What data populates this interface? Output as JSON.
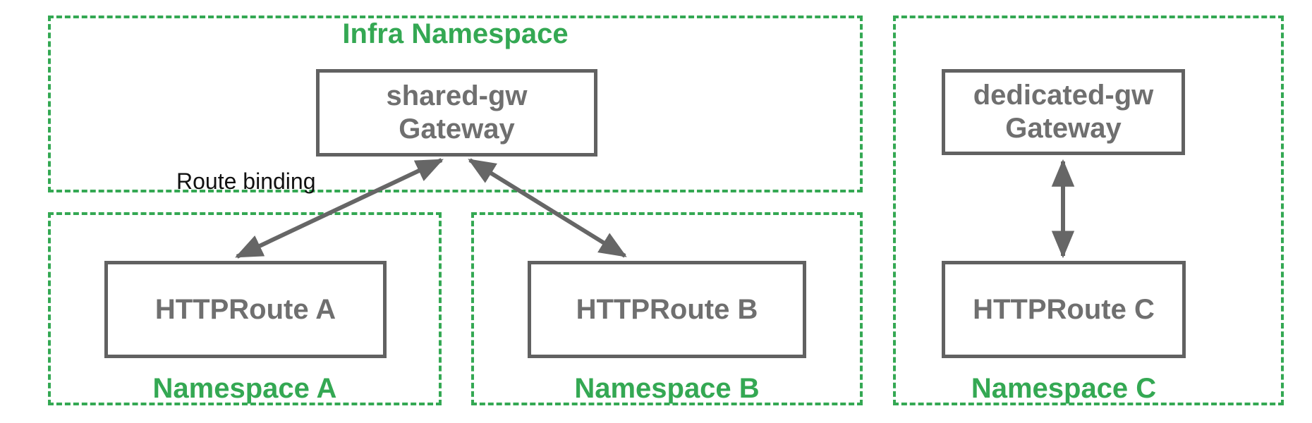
{
  "diagram": {
    "infra_namespace": {
      "label": "Infra Namespace"
    },
    "namespace_a": {
      "label": "Namespace A"
    },
    "namespace_b": {
      "label": "Namespace B"
    },
    "namespace_c": {
      "label": "Namespace C"
    },
    "shared_gateway": {
      "name": "shared-gw",
      "kind": "Gateway"
    },
    "dedicated_gateway": {
      "name": "dedicated-gw",
      "kind": "Gateway"
    },
    "route_a": {
      "label": "HTTPRoute A"
    },
    "route_b": {
      "label": "HTTPRoute B"
    },
    "route_c": {
      "label": "HTTPRoute C"
    },
    "edge_label": "Route binding",
    "edges": [
      {
        "from": "HTTPRoute A",
        "to": "shared-gw Gateway",
        "bidirectional": true,
        "label": "Route binding"
      },
      {
        "from": "HTTPRoute B",
        "to": "shared-gw Gateway",
        "bidirectional": true,
        "label": ""
      },
      {
        "from": "HTTPRoute C",
        "to": "dedicated-gw Gateway",
        "bidirectional": true,
        "label": ""
      }
    ]
  },
  "colors": {
    "namespace_green": "#34A853",
    "node_border_gray": "#616161",
    "node_text_gray": "#6F6F6F",
    "arrow_gray": "#666666",
    "edge_label_black": "#111111",
    "background": "#FFFFFF"
  }
}
